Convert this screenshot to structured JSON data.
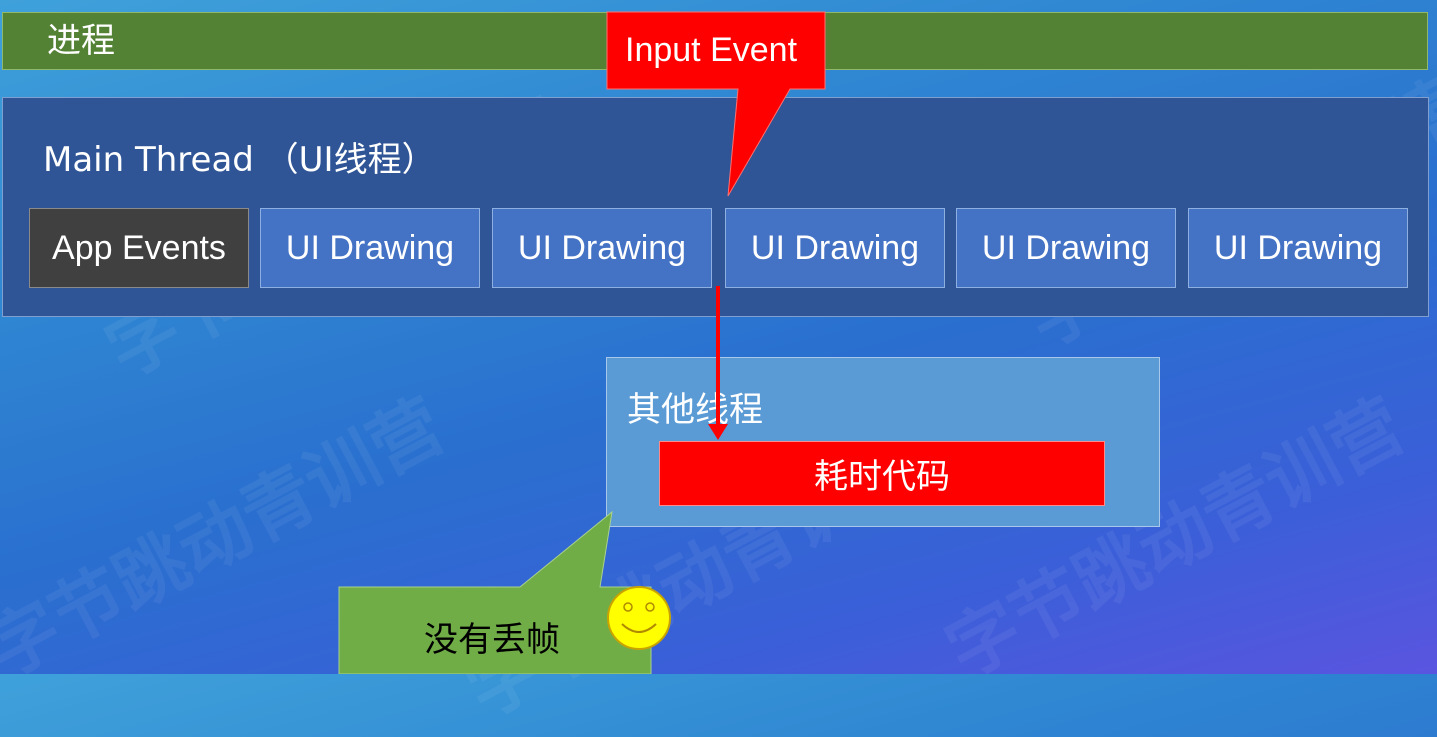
{
  "process": {
    "label": "进程"
  },
  "main_thread": {
    "label": "Main Thread （UI线程）",
    "blocks": [
      "App Events",
      "UI Drawing",
      "UI Drawing",
      "UI Drawing",
      "UI Drawing",
      "UI Drawing"
    ]
  },
  "input_event": {
    "label": "Input Event"
  },
  "other_thread": {
    "label": "其他线程",
    "heavy_code": "耗时代码"
  },
  "no_drop_callout": {
    "label": "没有丢帧"
  },
  "watermark": "字节跳动青训营",
  "colors": {
    "process": "#548235",
    "main_thread": "#2f5597",
    "ui_block": "#4472c4",
    "app_block": "#404040",
    "other_thread": "#5b9bd5",
    "heavy_code": "#ff0000",
    "callout_red": "#ff0000",
    "callout_green": "#70ad47",
    "smiley": "#ffff00"
  },
  "icons": [
    "smiley-face-icon",
    "down-arrow-icon"
  ]
}
